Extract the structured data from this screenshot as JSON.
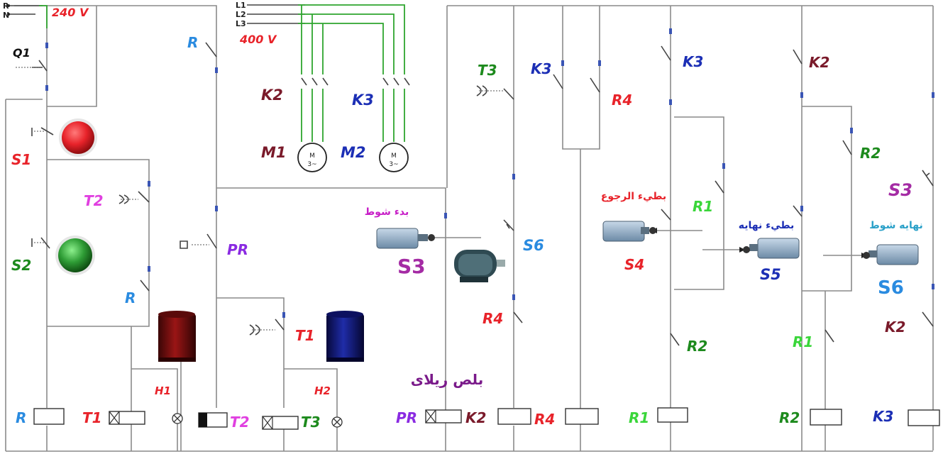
{
  "supply": {
    "single_phase": {
      "phase": "R",
      "neutral": "N",
      "voltage": "240 V"
    },
    "three_phase": {
      "lines": [
        "L1",
        "L2",
        "L3"
      ],
      "voltage": "400 V"
    }
  },
  "colors": {
    "red": "#e8232a",
    "dark_red": "#8b1a1a",
    "blue": "#1c2fb5",
    "light_blue": "#2a8be0",
    "green": "#1d8a1d",
    "bright_green": "#3ad63a",
    "purple": "#8a2be2",
    "magenta": "#c71ec7",
    "violet": "#a42ba4",
    "maroon": "#7a1a2a",
    "wire": "#8a8a8a",
    "supply_wire": "#2fa52f"
  },
  "labels": {
    "q1": "Q1",
    "s1": "S1",
    "s2": "S2",
    "t2_contact": "T2",
    "r_contact_top": "R",
    "pr_contact": "PR",
    "r_contact_mid": "R",
    "t1_contact": "T1",
    "k2_motor": "K2",
    "k3_motor": "K3",
    "m1": "M1",
    "m2": "M2",
    "t3_contact": "T3",
    "k3_col2": "K3",
    "r4_col3": "R4",
    "s6_contact": "S6",
    "r4_col2": "R4",
    "k3_col4": "K3",
    "s4_limit": "S4",
    "r2_col4": "R2",
    "r1_col5": "R1",
    "s5_limit": "S5",
    "k2_col6": "K2",
    "r2_col6": "R2",
    "s6_limit": "S6",
    "r1_col6": "R1",
    "s3_contact": "S3",
    "k2_col7": "K2",
    "s3_limit": "S3",
    "h1": "H1",
    "h2": "H2"
  },
  "arabic_notes": {
    "start_stroke": "بدء شوط",
    "slow_return": "بطيء الرجوع",
    "slow_end": "بطيء نهايه",
    "end_stroke": "نهايه شوط",
    "pulse_relay": "بلص ريلاى"
  },
  "coils": {
    "r": "R",
    "t1": "T1",
    "t2": "T2",
    "t3": "T3",
    "pr": "PR",
    "k2": "K2",
    "r4": "R4",
    "r1": "R1",
    "r2": "R2",
    "k3": "K3"
  },
  "icons": {
    "stop_button": "red-pushbutton-icon",
    "start_button": "green-pushbutton-icon",
    "lamp_h1": "dark-red-lamp-icon",
    "lamp_h2": "blue-lamp-icon",
    "motor": "electric-motor-icon",
    "limit_switch": "limit-switch-icon"
  }
}
